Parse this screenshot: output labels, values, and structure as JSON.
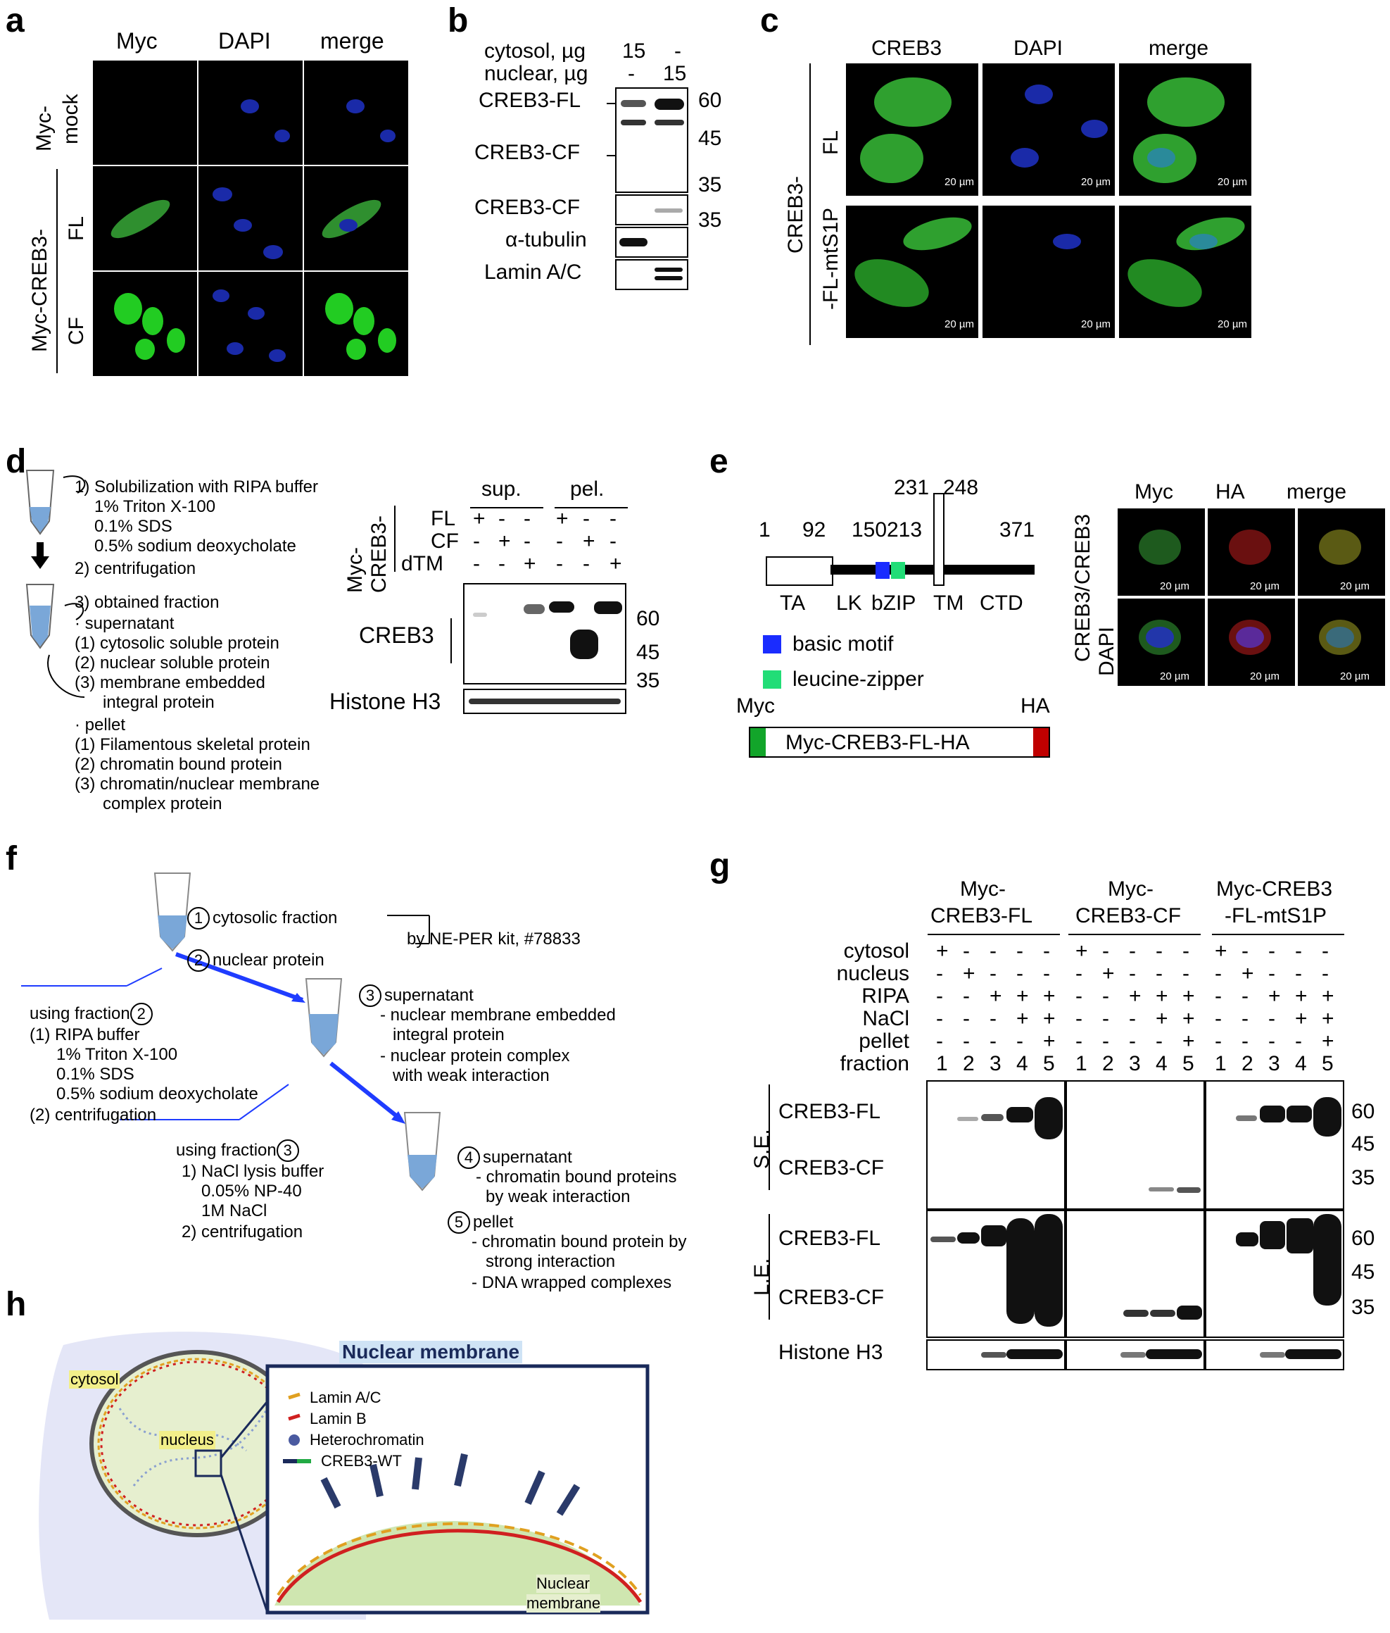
{
  "panels": {
    "a": "a",
    "b": "b",
    "c": "c",
    "d": "d",
    "e": "e",
    "f": "f",
    "g": "g",
    "h": "h"
  },
  "a": {
    "cols": [
      "Myc",
      "DAPI",
      "merge"
    ],
    "row1": [
      "Myc-",
      "mock"
    ],
    "row_group": "Myc-CREB3-",
    "row2": "FL",
    "row3": "CF"
  },
  "b": {
    "row_cytosol": "cytosol, µg",
    "row_nuclear": "nuclear, µg",
    "cytosol_vals": [
      "15",
      "-"
    ],
    "nuclear_vals": [
      "-",
      "15"
    ],
    "labels": [
      "CREB3-FL",
      "CREB3-CF",
      "CREB3-CF",
      "α-tubulin",
      "Lamin A/C"
    ],
    "mw_top": [
      "60",
      "45",
      "35"
    ],
    "mw_mid": [
      "35"
    ]
  },
  "c": {
    "cols": [
      "CREB3",
      "DAPI",
      "merge"
    ],
    "group": "CREB3-",
    "row1": "FL",
    "row2": "-FL-mtS1P",
    "scale": "20 µm"
  },
  "d": {
    "steps": [
      "1) Solubilization with RIPA buffer",
      "1% Triton X-100",
      "0.1% SDS",
      "0.5% sodium deoxycholate",
      "2) centrifugation",
      "3) obtained fraction",
      "· supernatant",
      "(1) cytosolic soluble protein",
      "(2) nuclear soluble protein",
      "(3) membrane embedded",
      "integral protein",
      "· pellet",
      "(1) Filamentous skeletal protein",
      "(2) chromatin bound protein",
      "(3) chromatin/nuclear membrane",
      "complex protein"
    ],
    "groups": [
      "sup.",
      "pel."
    ],
    "construct": [
      "Myc-",
      "CREB3-"
    ],
    "rows": [
      "FL",
      "CF",
      "dTM"
    ],
    "signs": [
      [
        "+",
        "-",
        "-",
        "+",
        "-",
        "-"
      ],
      [
        "-",
        "+",
        "-",
        "-",
        "+",
        "-"
      ],
      [
        "-",
        "-",
        "+",
        "-",
        "-",
        "+"
      ]
    ],
    "blot_label": "CREB3",
    "loading": "Histone H3",
    "mw": [
      "60",
      "45",
      "35"
    ]
  },
  "e": {
    "positions": [
      "1",
      "92",
      "150",
      "213",
      "231",
      "248",
      "371"
    ],
    "domains": [
      "TA",
      "LK",
      "bZIP",
      "TM",
      "CTD"
    ],
    "legend": [
      "basic motif",
      "leucine-zipper"
    ],
    "construct_tags": [
      "Myc",
      "HA"
    ],
    "construct": "Myc-CREB3-FL-HA",
    "cols": [
      "Myc",
      "HA",
      "merge"
    ],
    "rows": [
      "CREB3",
      "CREB3/",
      "DAPI"
    ],
    "scale": "20 µm",
    "colors": {
      "basic": "#1a2cff",
      "zipper": "#22dd77",
      "myc": "#12a52a",
      "ha": "#c00000"
    }
  },
  "f": {
    "fractions": [
      "1",
      "2",
      "3",
      "4",
      "5"
    ],
    "step1": "cytosolic fraction",
    "step2": "nuclear protein",
    "kit": "by NE-PER kit, #78833",
    "using2": "using fraction",
    "proc2": [
      "(1) RIPA buffer",
      "1% Triton X-100",
      "0.1% SDS",
      "0.5% sodium deoxycholate",
      "(2) centrifugation"
    ],
    "sup3": "supernatant",
    "sup3_items": [
      "- nuclear membrane embedded",
      "integral protein",
      "- nuclear protein complex",
      "with weak interaction"
    ],
    "using3": "using fraction",
    "proc3": [
      "1) NaCl lysis buffer",
      "0.05% NP-40",
      "1M NaCl",
      "2) centrifugation"
    ],
    "sup4": "supernatant",
    "sup4_items": [
      "- chromatin bound proteins",
      "by weak interaction"
    ],
    "pel5": "pellet",
    "pel5_items": [
      "- chromatin bound protein by",
      "strong interaction",
      "- DNA wrapped complexes"
    ]
  },
  "g": {
    "groups": [
      [
        "Myc-",
        "CREB3-FL"
      ],
      [
        "Myc-",
        "CREB3-CF"
      ],
      [
        "Myc-CREB3",
        "-FL-mtS1P"
      ]
    ],
    "rows": [
      "cytosol",
      "nucleus",
      "RIPA",
      "NaCl",
      "pellet",
      "fraction"
    ],
    "signs": [
      [
        "+",
        "-",
        "-",
        "-",
        "-"
      ],
      [
        "-",
        "+",
        "-",
        "-",
        "-"
      ],
      [
        "-",
        "-",
        "+",
        "+",
        "+"
      ],
      [
        "-",
        "-",
        "-",
        "+",
        "+"
      ],
      [
        "-",
        "-",
        "-",
        "-",
        "+"
      ]
    ],
    "lanes": [
      "1",
      "2",
      "3",
      "4",
      "5"
    ],
    "exposures": [
      "S.E.",
      "L.E."
    ],
    "bands": [
      "CREB3-FL",
      "CREB3-CF"
    ],
    "loading": "Histone H3",
    "mw": [
      "60",
      "45",
      "35"
    ]
  },
  "h": {
    "cytosol": "cytosol",
    "nucleus": "nucleus",
    "title": "Nuclear membrane",
    "legend": [
      "Lamin A/C",
      "Lamin B",
      "Heterochromatin",
      "CREB3-WT"
    ],
    "membrane": [
      "Nuclear",
      "membrane"
    ]
  }
}
